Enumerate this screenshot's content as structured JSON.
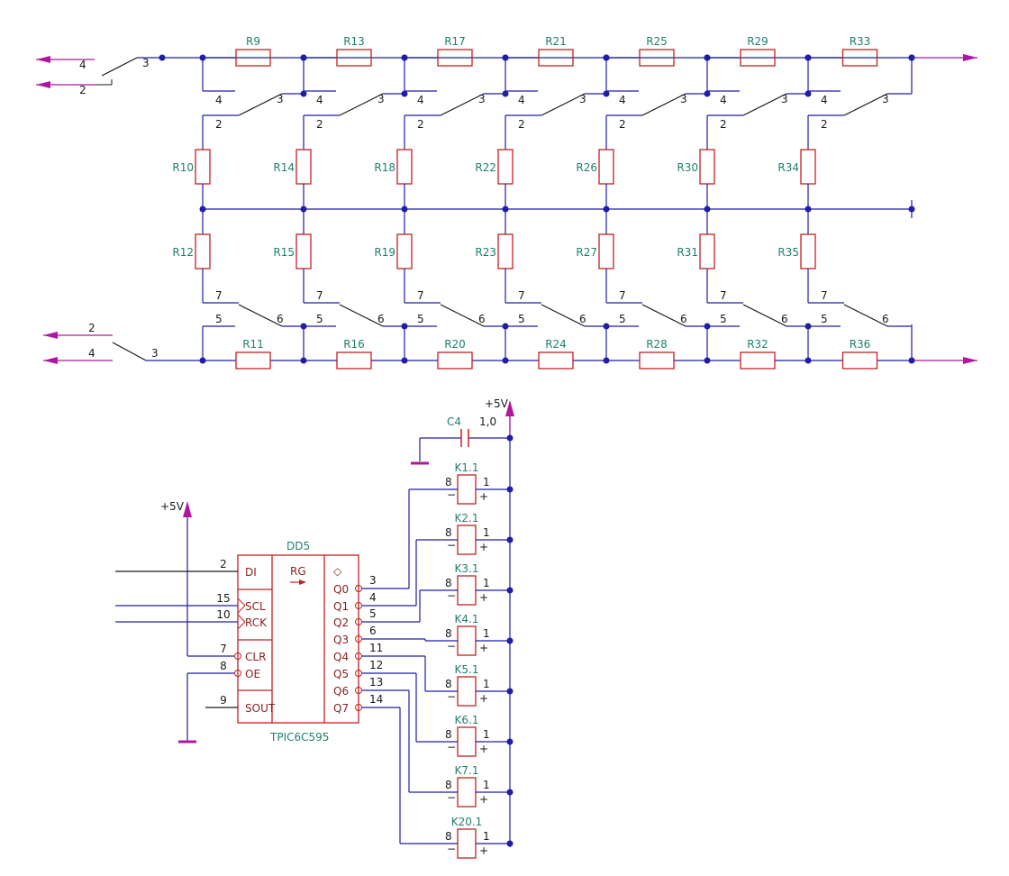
{
  "resistor_top_row": [
    "R9",
    "R13",
    "R17",
    "R21",
    "R25",
    "R29",
    "R33"
  ],
  "resistor_upper_column": [
    "R10",
    "R14",
    "R18",
    "R22",
    "R26",
    "R30",
    "R34"
  ],
  "resistor_lower_column": [
    "R12",
    "R15",
    "R19",
    "R23",
    "R27",
    "R31",
    "R35"
  ],
  "resistor_bottom_row": [
    "R11",
    "R16",
    "R20",
    "R24",
    "R28",
    "R32",
    "R36"
  ],
  "top_switch_pins": {
    "left": "4",
    "right": "3",
    "lower": "2"
  },
  "bottom_switch_pins": {
    "upper": "7",
    "left": "5",
    "right": "6"
  },
  "input_switch_top": {
    "upper": "4",
    "lower": "2",
    "common": "3"
  },
  "input_switch_bottom": {
    "upper": "2",
    "lower": "4",
    "common": "3"
  },
  "capacitor": {
    "ref": "C4",
    "value": "1,0"
  },
  "power_label": "+5V",
  "relays": [
    {
      "ref": "K1.1",
      "neg_pin": "8",
      "pos_pin": "1"
    },
    {
      "ref": "K2.1",
      "neg_pin": "8",
      "pos_pin": "1"
    },
    {
      "ref": "K3.1",
      "neg_pin": "8",
      "pos_pin": "1"
    },
    {
      "ref": "K4.1",
      "neg_pin": "8",
      "pos_pin": "1"
    },
    {
      "ref": "K5.1",
      "neg_pin": "8",
      "pos_pin": "1"
    },
    {
      "ref": "K6.1",
      "neg_pin": "8",
      "pos_pin": "1"
    },
    {
      "ref": "K7.1",
      "neg_pin": "8",
      "pos_pin": "1"
    },
    {
      "ref": "K20.1",
      "neg_pin": "8",
      "pos_pin": "1"
    }
  ],
  "relay_minus": "−",
  "relay_plus": "+",
  "chip": {
    "ref": "DD5",
    "part": "TPIC6C595",
    "func": "RG",
    "symbol": "◇",
    "left_pins": [
      {
        "num": "2",
        "name": "DI"
      },
      {
        "num": "15",
        "name": "SCL"
      },
      {
        "num": "10",
        "name": "RCK"
      },
      {
        "num": "7",
        "name": "CLR"
      },
      {
        "num": "8",
        "name": "OE"
      },
      {
        "num": "9",
        "name": "SOUT"
      }
    ],
    "right_pins": [
      {
        "num": "3",
        "name": "Q0"
      },
      {
        "num": "4",
        "name": "Q1"
      },
      {
        "num": "5",
        "name": "Q2"
      },
      {
        "num": "6",
        "name": "Q3"
      },
      {
        "num": "11",
        "name": "Q4"
      },
      {
        "num": "12",
        "name": "Q5"
      },
      {
        "num": "13",
        "name": "Q6"
      },
      {
        "num": "14",
        "name": "Q7"
      }
    ]
  },
  "colors": {
    "wire": "#1e1ea8",
    "component": "#c42020",
    "power": "#b0179e",
    "ground": "#b0179e",
    "text": "#1a1a1a",
    "ref_text": "#1f7f6f"
  }
}
